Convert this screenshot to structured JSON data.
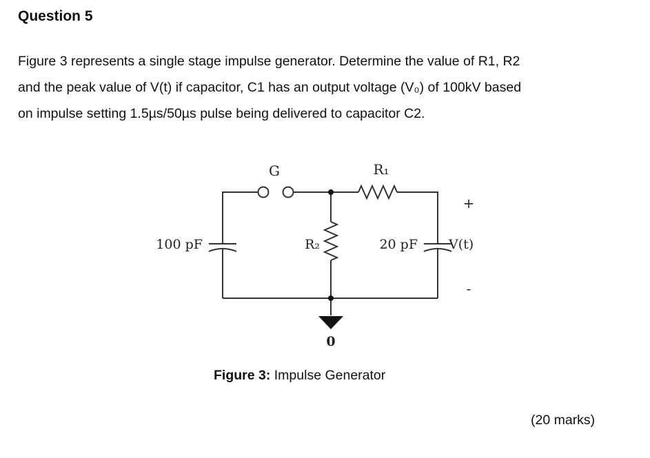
{
  "question": {
    "heading": "Question 5",
    "text_lines": [
      "Figure 3 represents a single stage impulse generator. Determine the value of R1, R2",
      "and the peak value of V(t) if capacitor, C1 has an output voltage (V₀) of 100kV based",
      "on impulse setting 1.5µs/50µs pulse being delivered to capacitor C2."
    ],
    "marks": "(20 marks)"
  },
  "figure": {
    "caption_label": "Figure 3:",
    "caption_text": "Impulse Generator",
    "labels": {
      "gap": "G",
      "r1": "R₁",
      "r2": "R₂",
      "c1": "100 pF",
      "c2": "20 pF",
      "output": "V(t)",
      "plus": "+",
      "minus": "-",
      "ground": "0"
    }
  }
}
